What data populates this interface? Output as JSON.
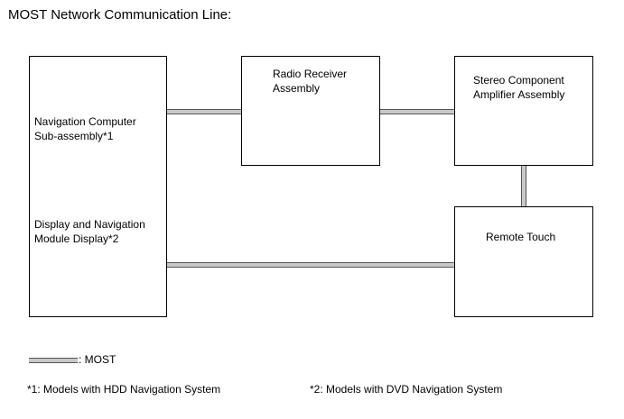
{
  "title": "MOST Network Communication Line:",
  "boxes": {
    "nav": {
      "label_1": "Navigation Computer\nSub-assembly*1",
      "label_2": "Display and Navigation\nModule Display*2"
    },
    "radio": {
      "label": "Radio Receiver\nAssembly"
    },
    "amp": {
      "label": "Stereo Component\nAmplifier Assembly"
    },
    "remote": {
      "label": "Remote Touch"
    }
  },
  "legend": {
    "label": ": MOST"
  },
  "notes": {
    "note1": "*1: Models with HDD Navigation System",
    "note2": "*2: Models with DVD Navigation System"
  },
  "colors": {
    "bus_fill": "#c8c8c8",
    "bus_edge": "#555555"
  }
}
